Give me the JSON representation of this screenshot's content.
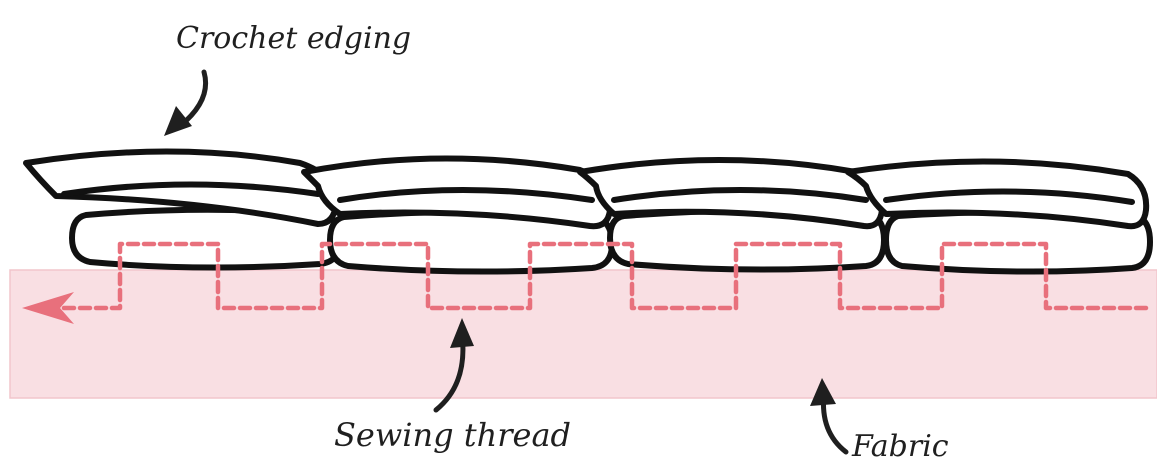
{
  "labels": {
    "crochet_edging": "Crochet edging",
    "sewing_thread": "Sewing thread",
    "fabric": "Fabric"
  },
  "colors": {
    "fabric_fill": "#f9dfe3",
    "fabric_edge": "#f2c5cc",
    "thread": "#e8707c",
    "outline": "#111111",
    "label_text": "#1f1f1f"
  },
  "stitch_count": 4
}
